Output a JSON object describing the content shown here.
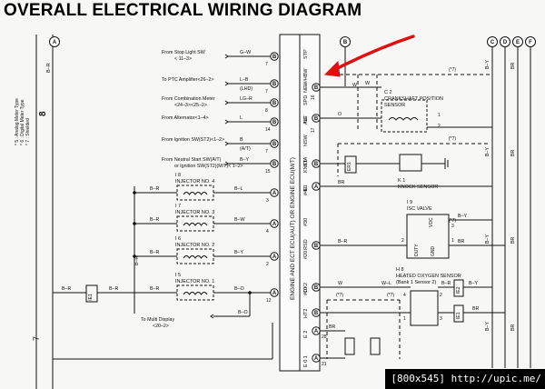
{
  "title": "OVERALL ELECTRICAL WIRING DIAGRAM",
  "watermark": "[800x545] http://upic.me/",
  "page_number": "8",
  "page_number_bottom": "7",
  "legend": [
    "* 5 : Analog Meter Type",
    "* 6 : Digital Meter Type",
    "* 7 : Shielded"
  ],
  "ecu_label": "ENGINE AND ECT ECU(AUT) OR ENGINE ECU(M/T)",
  "circles": [
    "A",
    "B",
    "C",
    "D",
    "E",
    "F",
    "A",
    "A",
    "E"
  ],
  "left_wire": "B–R",
  "inputs": [
    {
      "label": "From Stop Light SW",
      "ref": "< 11–3>",
      "wire": "G–W",
      "terminal": "7",
      "term_letter": "B",
      "ecu_pin": "STP"
    },
    {
      "label": "To PTC Amplifier<26–2>",
      "ref": "",
      "wire": "L–B",
      "wire2": "(LHD)",
      "terminal": "7",
      "term_letter": "B",
      "ecu_pin": "W/HBW"
    },
    {
      "label": "From Combination Meter",
      "ref": "<24–3><25–2>",
      "wire": "LG–R",
      "terminal": "8",
      "term_letter": "B",
      "ecu_pin": "SPD"
    },
    {
      "label": "From Alternator<1–4>",
      "ref": "",
      "wire": "L",
      "terminal": "14",
      "term_letter": "B",
      "ecu_pin": "ALT"
    },
    {
      "label": "From Ignition SW(ST2)<1–2>",
      "ref": "",
      "wire": "B",
      "wire2": "(A/T)",
      "terminal": "7",
      "term_letter": "B",
      "ecu_pin": "NSW"
    },
    {
      "label": "From Neutral Start SW(A/T)",
      "ref": "or Ignition SW(ST2)(M/T)< 1–2>",
      "wire": "B–Y",
      "terminal": "15",
      "term_letter": "B",
      "ecu_pin": "STA"
    }
  ],
  "injectors": [
    {
      "id": "I 8",
      "name": "INJECTOR NO. 4",
      "wire_in": "B–R",
      "wire_out": "B–L",
      "terminal": "3",
      "term_letter": "A",
      "ecu_pin": "#40"
    },
    {
      "id": "I 7",
      "name": "INJECTOR NO. 3",
      "wire_in": "B–R",
      "wire_out": "B–W",
      "terminal": "4",
      "term_letter": "A",
      "ecu_pin": "#30"
    },
    {
      "id": "I 6",
      "name": "INJECTOR NO. 2",
      "wire_in": "B–R",
      "wire_out": "B–Y",
      "terminal": "2",
      "term_letter": "A",
      "ecu_pin": "#20"
    },
    {
      "id": "I 5",
      "name": "INJECTOR NO. 1",
      "wire_in": "B–R",
      "wire_out": "B–O",
      "terminal": "12",
      "term_letter": "A",
      "ecu_pin": "#10"
    }
  ],
  "feed": {
    "splice": "IE1",
    "wire_a": "B–R",
    "wire_b": "B–R",
    "wire_c": "B–R"
  },
  "multi_display": {
    "label": "To Multi Display",
    "ref": "<20–2>",
    "wire": "B–O"
  },
  "ne": {
    "label": "NE–",
    "pin": "16",
    "letter": "B"
  },
  "crank": {
    "id": "C 2",
    "name": "CRANKSHAFT POSITION",
    "name2": "SENSOR",
    "wire_w": "W",
    "wire_o": "O",
    "pin1": "1",
    "pin2": "2",
    "ne_pin": "NE",
    "ne_terminal": "17",
    "ne_letter": "B"
  },
  "knock": {
    "id": "K 1",
    "name": "KNOCK SENSOR",
    "pin": "KNK1",
    "terminal": "1",
    "letter": "B",
    "splice": "ER1"
  },
  "e1": {
    "pin": "E1",
    "terminal": "13",
    "letter": "A",
    "wire": "BR"
  },
  "isc": {
    "id": "I 9",
    "name": "ISC VALVE",
    "vdc": "VDC",
    "duty": "DUTY",
    "gnd": "GND",
    "wire_by": "B–Y",
    "wire_br": "BR",
    "wire_br2": "B–R",
    "pin": "RSD",
    "terminal": "5",
    "letter": "B",
    "p1": "3",
    "p2": "1",
    "p3": "2"
  },
  "o2": {
    "id": "H 8",
    "name": "HEATED OXYGEN SENSOR",
    "name2": "(Bank 1 Sensor 2)",
    "wire_wl": "W–L",
    "wire_w": "W",
    "wire_br": "B–R",
    "wire_by": "B–Y",
    "wire_br2": "BR",
    "pin1": "OX2",
    "terminal1": "7",
    "pin2": "HT2",
    "terminal2": "9",
    "letter": "B",
    "splice": "IE2",
    "splice2": "IE1",
    "p2": "2",
    "p3": "3",
    "p4": "4",
    "p1": "1"
  },
  "bottom": {
    "pins": [
      "E 2",
      "E 0 1"
    ],
    "terminals": [
      "28",
      "21",
      "A",
      "A"
    ],
    "wire_br": "BR"
  },
  "shield": [
    "(*7)",
    "(*7)",
    "(*7)",
    "(*7)",
    "(*7)"
  ],
  "right_wires": [
    "B–Y",
    "BR",
    "B–Y",
    "BR",
    "B–Y",
    "BR",
    "B–Y",
    "BR"
  ],
  "chart_data": {
    "type": "wiring-diagram",
    "ecu": "ENGINE AND ECT ECU(AUT) OR ENGINE ECU(M/T)",
    "connections": [
      {
        "from": "From Stop Light SW",
        "wire": "G–W",
        "pin": "STP"
      },
      {
        "from": "To PTC Amplifier<26–2>",
        "wire": "L–B",
        "pin": "W/HBW"
      },
      {
        "from": "From Combination Meter",
        "wire": "LG–R",
        "pin": "SPD"
      },
      {
        "from": "From Alternator<1–4>",
        "wire": "L",
        "pin": "ALT"
      },
      {
        "from": "From Ignition SW(ST2)<1–2>",
        "wire": "B",
        "pin": "NSW"
      },
      {
        "from": "From Neutral Start SW(A/T)",
        "wire": "B–Y",
        "pin": "STA"
      },
      {
        "from": "INJECTOR NO. 4",
        "wire": "B–L",
        "pin": "#40"
      },
      {
        "from": "INJECTOR NO. 3",
        "wire": "B–W",
        "pin": "#30"
      },
      {
        "from": "INJECTOR NO. 2",
        "wire": "B–Y",
        "pin": "#20"
      },
      {
        "from": "INJECTOR NO. 1",
        "wire": "B–O",
        "pin": "#10"
      },
      {
        "from": "CRANKSHAFT POSITION SENSOR",
        "wire": "W",
        "pin": "NE–"
      },
      {
        "from": "KNOCK SENSOR",
        "wire": "",
        "pin": "KNK1"
      },
      {
        "from": "ISC VALVE",
        "wire": "B–R",
        "pin": "RSD"
      },
      {
        "from": "HEATED OXYGEN SENSOR",
        "wire": "W–L",
        "pin": "OX2"
      }
    ]
  }
}
